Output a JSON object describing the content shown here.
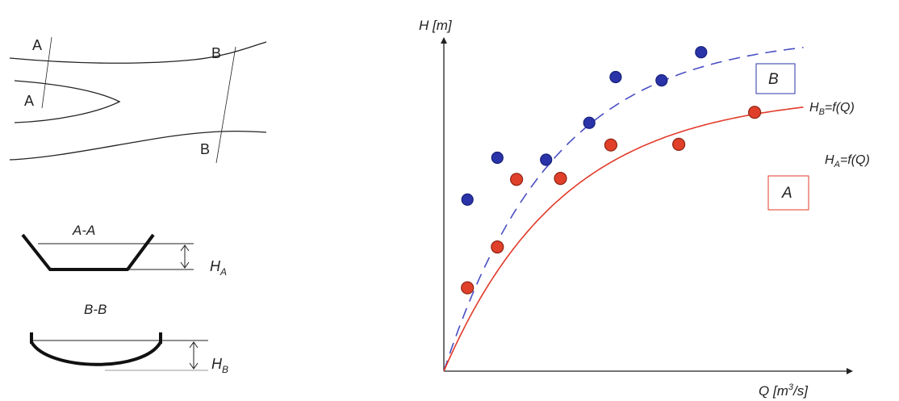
{
  "plan": {
    "section_a_labels": [
      "A",
      "A"
    ],
    "section_b_labels": [
      "B",
      "B"
    ]
  },
  "cross_sections": {
    "aa": {
      "title": "A-A",
      "depth_symbol": "H",
      "depth_subscript": "A"
    },
    "bb": {
      "title": "B-B",
      "depth_symbol": "H",
      "depth_subscript": "B"
    }
  },
  "chart_data": {
    "type": "scatter",
    "title": "",
    "ylabel": {
      "symbol": "H",
      "unit": "[m]"
    },
    "xlabel": {
      "symbol": "Q",
      "unit_base": "[m",
      "unit_sup": "3",
      "unit_tail": "/s]"
    },
    "xlim": [
      0,
      1000
    ],
    "ylim": [
      0,
      1000
    ],
    "series": [
      {
        "name": "B",
        "curve_symbol": "H",
        "curve_subscript": "B",
        "curve_tail": "=f(Q)",
        "color": "#2a34a8",
        "curve_color": "#4a4fc4",
        "curve_style": "dashed",
        "points": [
          [
            59,
            525
          ],
          [
            134,
            653
          ],
          [
            256,
            647
          ],
          [
            364,
            760
          ],
          [
            430,
            900
          ],
          [
            545,
            890
          ],
          [
            644,
            976
          ]
        ],
        "curve_k": 0.46,
        "curve_asym": 1030
      },
      {
        "name": "A",
        "curve_symbol": "H",
        "curve_subscript": "A",
        "curve_tail": "=f(Q)",
        "color": "#e0402a",
        "curve_color": "#e23b2a",
        "curve_style": "solid",
        "points": [
          [
            59,
            255
          ],
          [
            134,
            380
          ],
          [
            182,
            587
          ],
          [
            292,
            590
          ],
          [
            418,
            692
          ],
          [
            588,
            694
          ],
          [
            778,
            792
          ]
        ],
        "curve_k": 0.5,
        "curve_asym": 850
      }
    ]
  }
}
